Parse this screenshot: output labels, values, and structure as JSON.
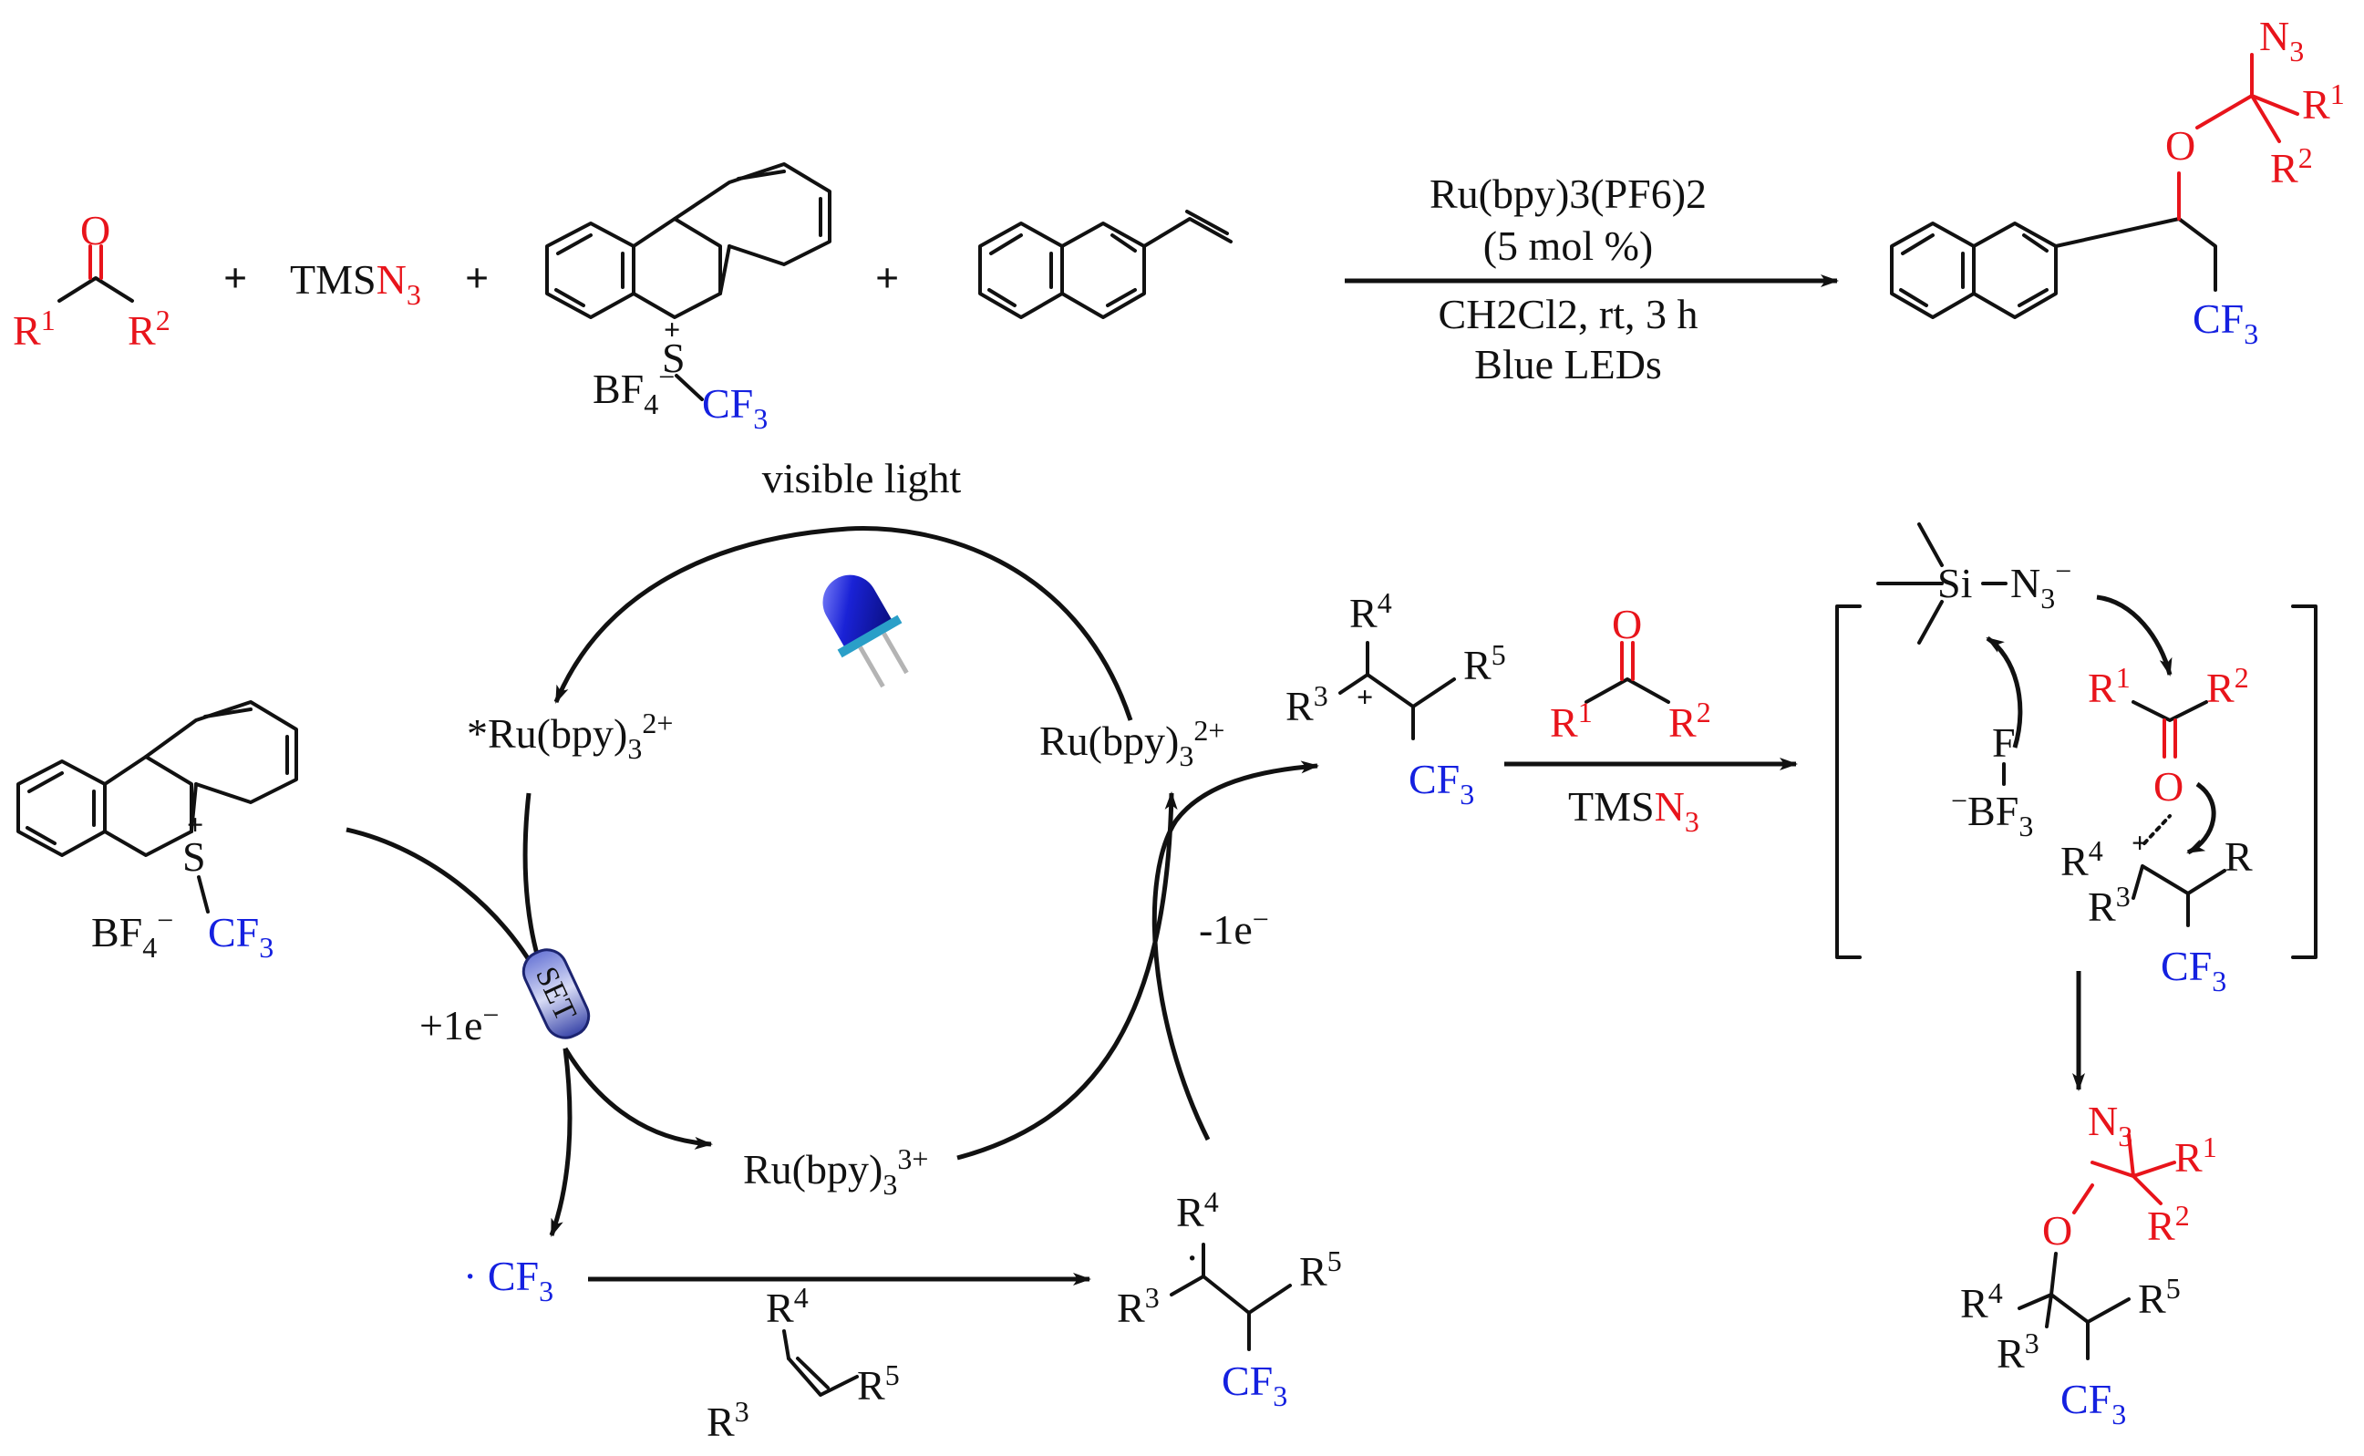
{
  "labels": {
    "plus": "+",
    "minus": "−",
    "r1": "R",
    "r1_sup": "1",
    "r2": "R",
    "r2_sup": "2",
    "r3": "R",
    "r3_sup": "3",
    "r4": "R",
    "r4_sup": "4",
    "r5": "R",
    "r5_sup": "5",
    "r": "R",
    "o": "O",
    "f": "F",
    "s": "S",
    "si": "Si",
    "tms": "TMS",
    "n3": "N",
    "n3_sub": "3",
    "cf": "CF",
    "cf_sub": "3",
    "bf": "BF",
    "bf_sub": "4",
    "bf3": "BF",
    "bf3_sub": "3",
    "dot": "·"
  },
  "conditions": {
    "catalyst": "Ru(bpy)3(PF6)2",
    "loading": "(5 mol %)",
    "solvent": "CH2Cl2, rt, 3 h",
    "light": "Blue LEDs"
  },
  "cycle": {
    "visible_light": "visible light",
    "ru_excited": "*Ru(bpy)3 2+",
    "ru_ground": "Ru(bpy)3 2+",
    "ru_oxidized": "Ru(bpy)3 3+",
    "set_label": "SET",
    "plus_electron": "+1e−",
    "minus_electron": "-1e−"
  },
  "colors": {
    "reagent_red": "#e8141b",
    "cf3_blue": "#1420e0",
    "set_pill": "#3f4fb4",
    "led": "#1a22d6"
  }
}
